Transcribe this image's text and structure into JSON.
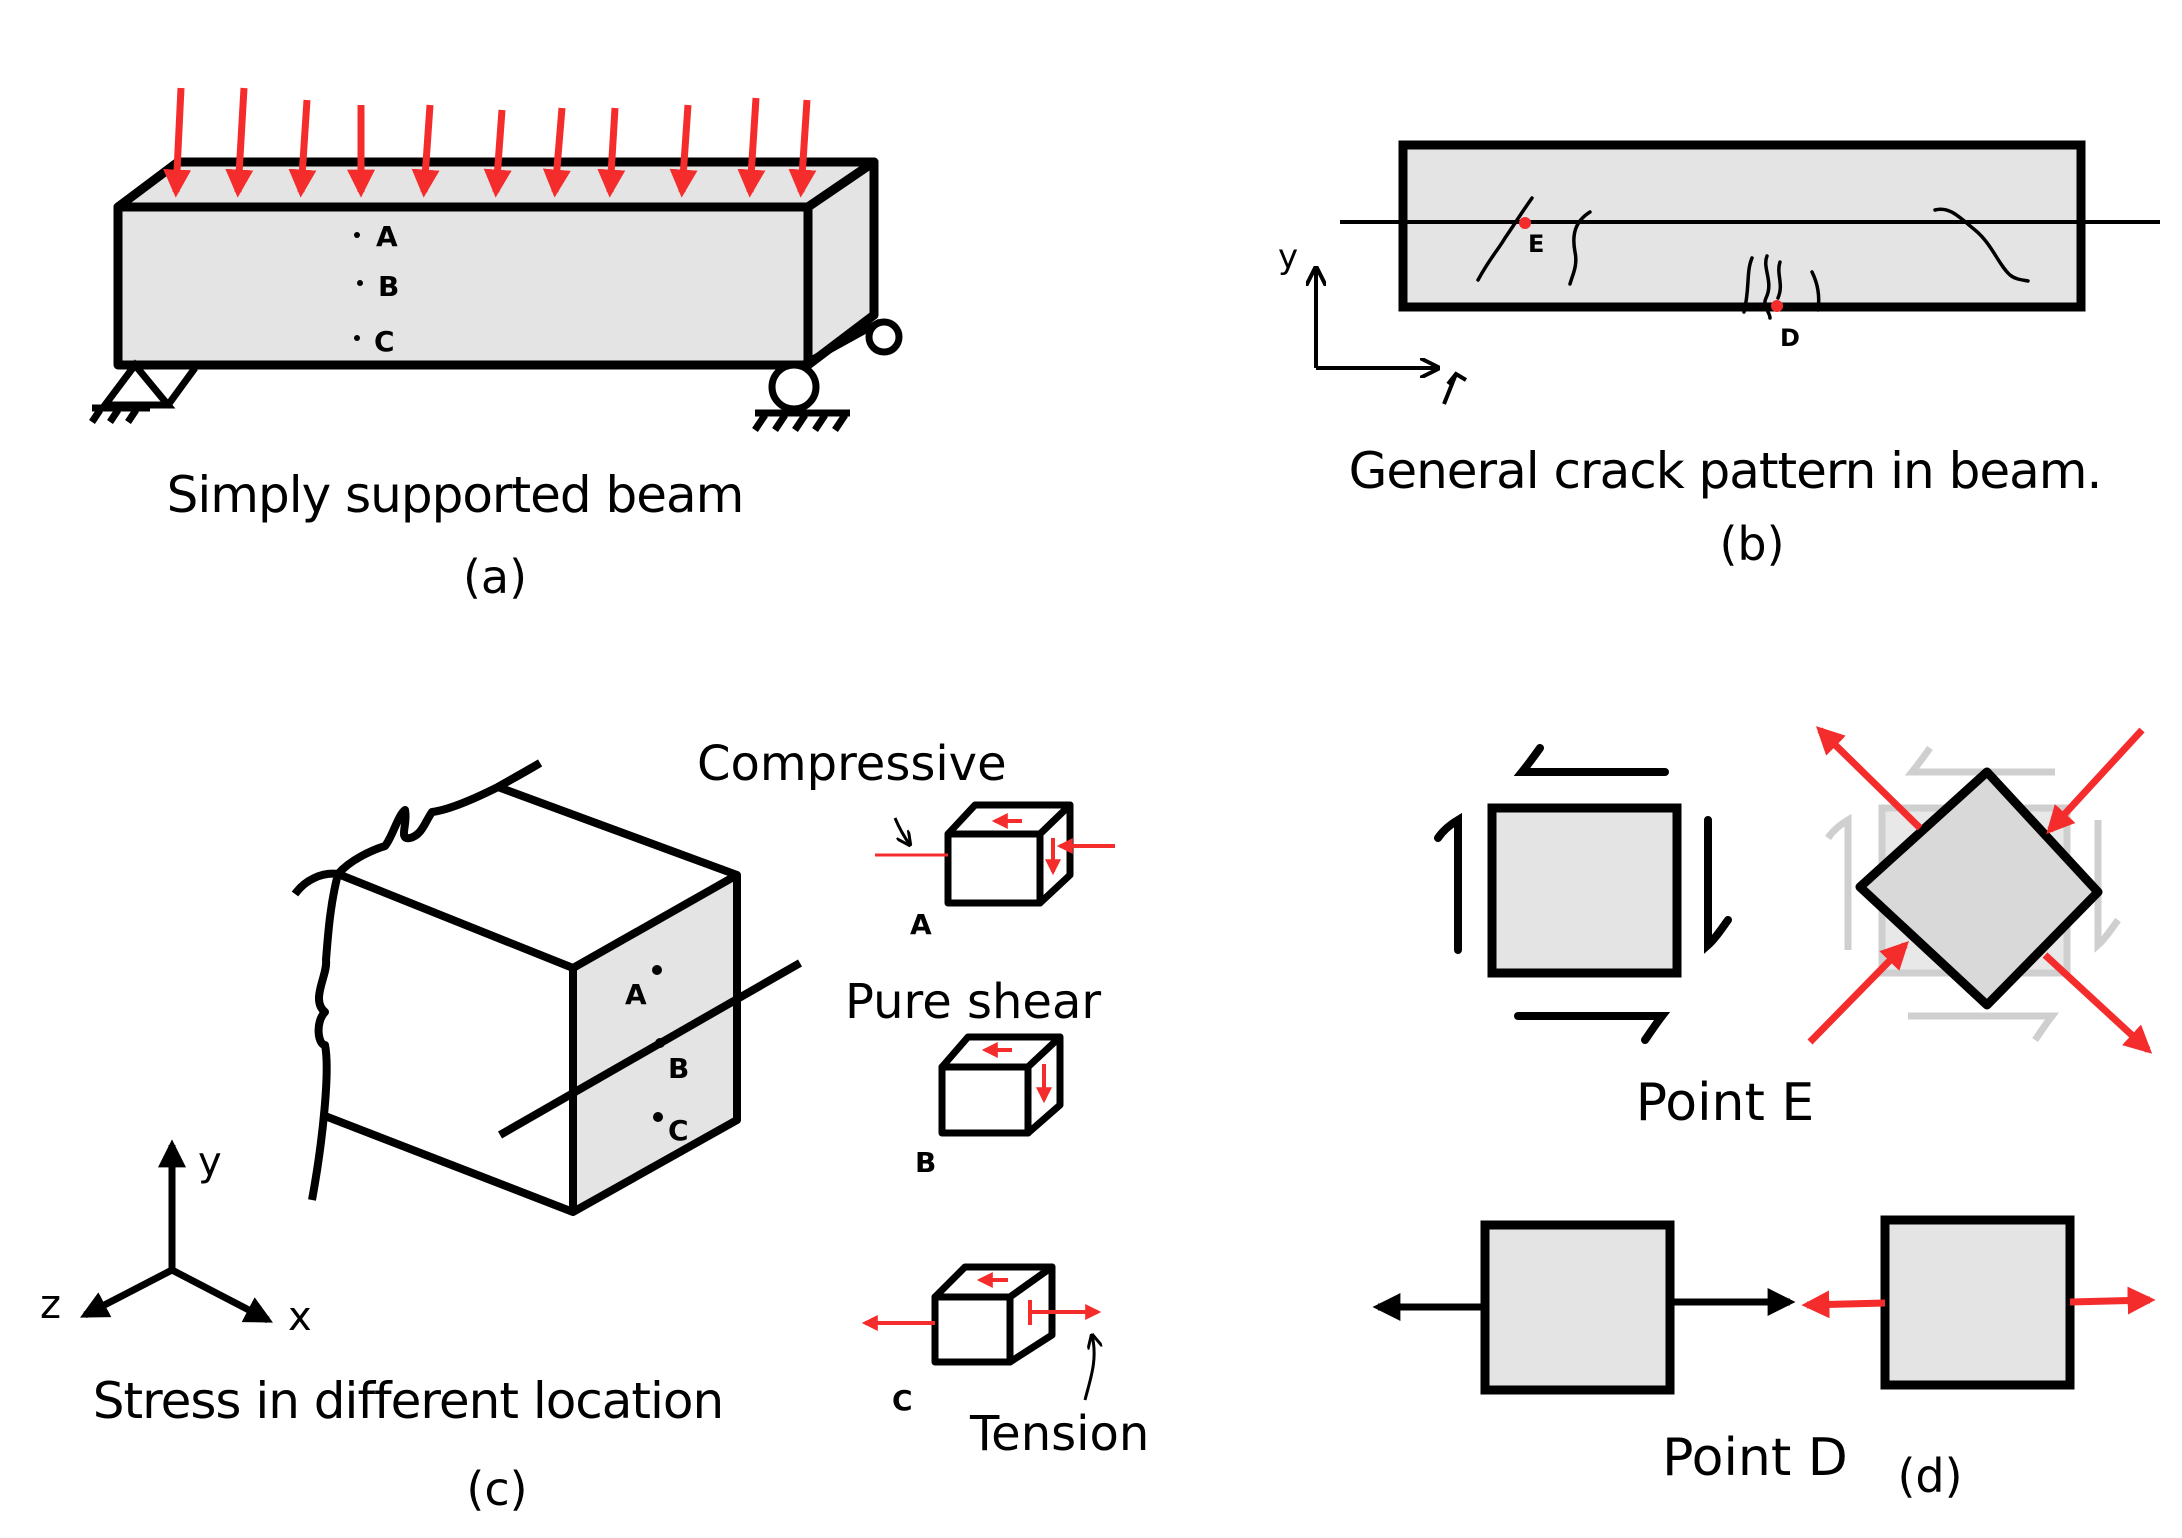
{
  "panel_a": {
    "caption": "Simply supported beam",
    "tag": "(a)",
    "points": [
      "A",
      "B",
      "C"
    ]
  },
  "panel_b": {
    "caption": "General crack pattern in beam.",
    "tag": "(b)",
    "axis_y": "y",
    "points": [
      "E",
      "D"
    ]
  },
  "panel_c": {
    "caption": "Stress in different location",
    "tag": "(c)",
    "points": [
      "A",
      "B",
      "C"
    ],
    "axes": [
      "y",
      "z",
      "x"
    ],
    "elements": [
      {
        "label": "A",
        "note": "Compressive"
      },
      {
        "label": "B",
        "note": "Pure shear"
      },
      {
        "label": "C",
        "note": "Tension"
      }
    ]
  },
  "panel_d": {
    "tag": "(d)",
    "point_e": "Point E",
    "point_d": "Point D"
  },
  "colors": {
    "load": "#f52c2c",
    "fill": "#e4e4e4",
    "ink": "#000000",
    "ghost": "#cfcfcf"
  }
}
